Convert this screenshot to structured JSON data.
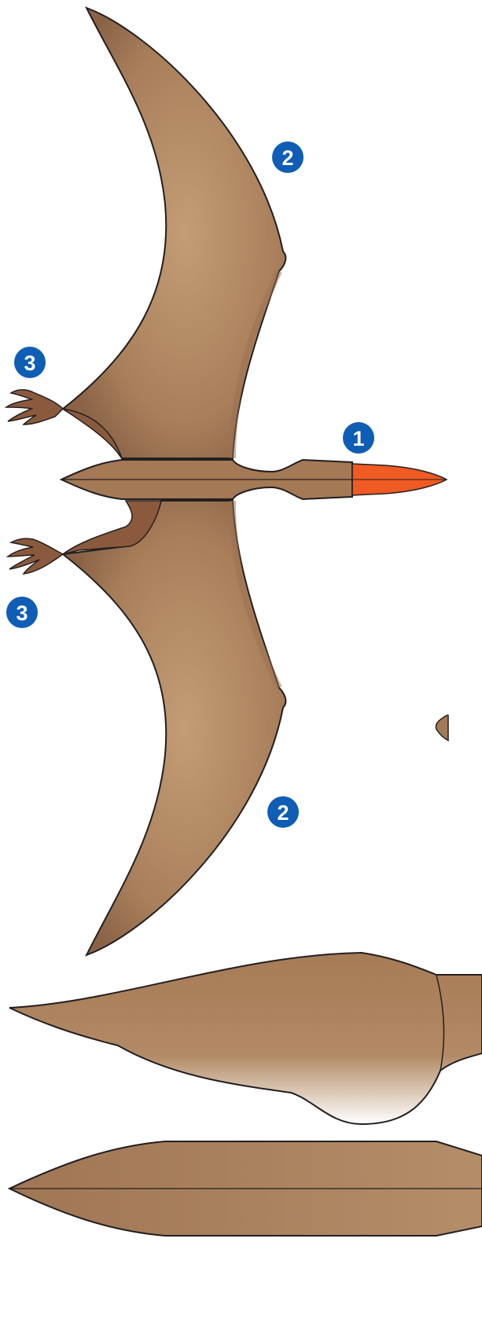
{
  "markers": {
    "head": "1",
    "wing_top": "2",
    "wing_bottom": "2",
    "hand_top": "3",
    "hand_bottom": "3"
  },
  "colors": {
    "wing": "#a67c58",
    "wing_light": "#c19a70",
    "body": "#a57a55",
    "beak": "#f05a23",
    "arm": "#8b5a3c",
    "outline": "#231f20",
    "marker": "#0f5db4"
  }
}
